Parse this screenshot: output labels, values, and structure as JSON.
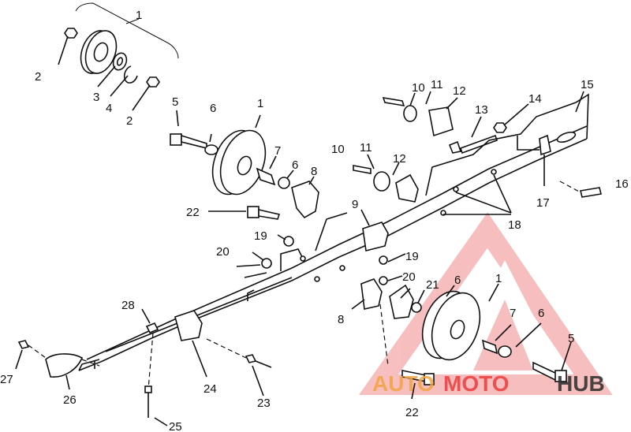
{
  "callouts": [
    {
      "id": "c1a",
      "text": "1"
    },
    {
      "id": "c2a",
      "text": "2"
    },
    {
      "id": "c3",
      "text": "3"
    },
    {
      "id": "c4",
      "text": "4"
    },
    {
      "id": "c2b",
      "text": "2"
    },
    {
      "id": "c5a",
      "text": "5"
    },
    {
      "id": "c6a",
      "text": "6"
    },
    {
      "id": "c1b",
      "text": "1"
    },
    {
      "id": "c7a",
      "text": "7"
    },
    {
      "id": "c6b",
      "text": "6"
    },
    {
      "id": "c8a",
      "text": "8"
    },
    {
      "id": "c22a",
      "text": "22"
    },
    {
      "id": "c10a",
      "text": "10"
    },
    {
      "id": "c11a",
      "text": "11"
    },
    {
      "id": "c12a",
      "text": "12"
    },
    {
      "id": "c13",
      "text": "13"
    },
    {
      "id": "c14",
      "text": "14"
    },
    {
      "id": "c15",
      "text": "15"
    },
    {
      "id": "c10b",
      "text": "10"
    },
    {
      "id": "c11b",
      "text": "11"
    },
    {
      "id": "c12b",
      "text": "12"
    },
    {
      "id": "c16",
      "text": "16"
    },
    {
      "id": "c17",
      "text": "17"
    },
    {
      "id": "c18",
      "text": "18"
    },
    {
      "id": "c9",
      "text": "9"
    },
    {
      "id": "c19a",
      "text": "19"
    },
    {
      "id": "c19b",
      "text": "19"
    },
    {
      "id": "c20a",
      "text": "20"
    },
    {
      "id": "c20b",
      "text": "20"
    },
    {
      "id": "c21",
      "text": "21"
    },
    {
      "id": "c6c",
      "text": "6"
    },
    {
      "id": "c1c",
      "text": "1"
    },
    {
      "id": "c7b",
      "text": "7"
    },
    {
      "id": "c6d",
      "text": "6"
    },
    {
      "id": "c5b",
      "text": "5"
    },
    {
      "id": "c8b",
      "text": "8"
    },
    {
      "id": "c28",
      "text": "28"
    },
    {
      "id": "c27",
      "text": "27"
    },
    {
      "id": "c26",
      "text": "26"
    },
    {
      "id": "c24",
      "text": "24"
    },
    {
      "id": "c23",
      "text": "23"
    },
    {
      "id": "c22b",
      "text": "22"
    },
    {
      "id": "c25",
      "text": "25"
    }
  ],
  "watermark": {
    "part1": "AUTO",
    "part2": "MOTO",
    "part3": "HUB",
    "color_orange": "#f2a541",
    "color_red": "#ee3b3b",
    "color_dark": "#2b2b2b"
  }
}
